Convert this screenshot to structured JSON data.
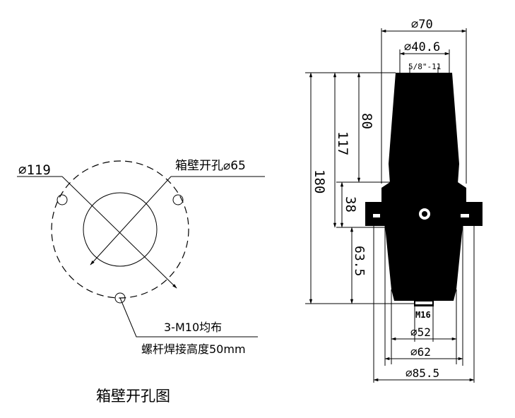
{
  "left_view": {
    "bolt_circle_dia": "⌀119",
    "hole_label": "箱壁开孔⌀65",
    "bolt_note_1": "3-M10均布",
    "bolt_note_2": "螺杆焊接高度50mm",
    "caption": "箱壁开孔图"
  },
  "right_view": {
    "dia_70": "⌀70",
    "dia_40_6": "⌀40.6",
    "thread": "5/8\"-11",
    "height_80": "80",
    "height_117": "117",
    "height_180": "180",
    "height_38": "38",
    "height_63_5": "63.5",
    "thread_m16": "M16",
    "dia_52": "⌀52",
    "dia_62": "⌀62",
    "dia_85_5": "⌀85.5"
  }
}
